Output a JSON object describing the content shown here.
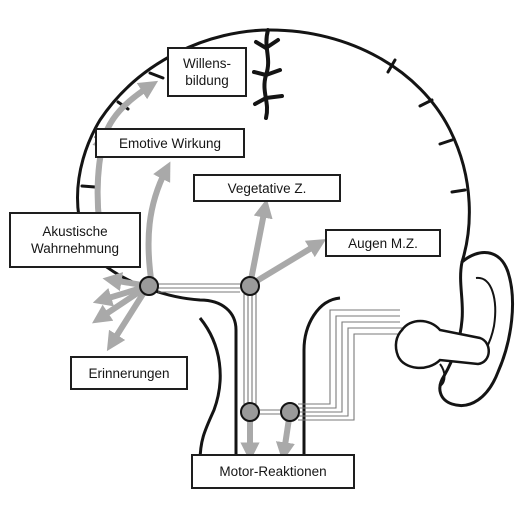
{
  "labels": {
    "willensbildung": [
      "Willens-",
      "bildung"
    ],
    "emotive": "Emotive Wirkung",
    "vegetative": "Vegetative Z.",
    "akustische": [
      "Akustische",
      "Wahrnehmung"
    ],
    "augen": "Augen M.Z.",
    "erinnerungen": "Erinnerungen",
    "motor": "Motor-Reaktionen"
  },
  "colors": {
    "outline": "#141414",
    "arrow": "#a9a9a9",
    "node_fill": "#9a9a9a",
    "pathway": "#7a7a7a",
    "ear_fill": "#ffffff"
  }
}
